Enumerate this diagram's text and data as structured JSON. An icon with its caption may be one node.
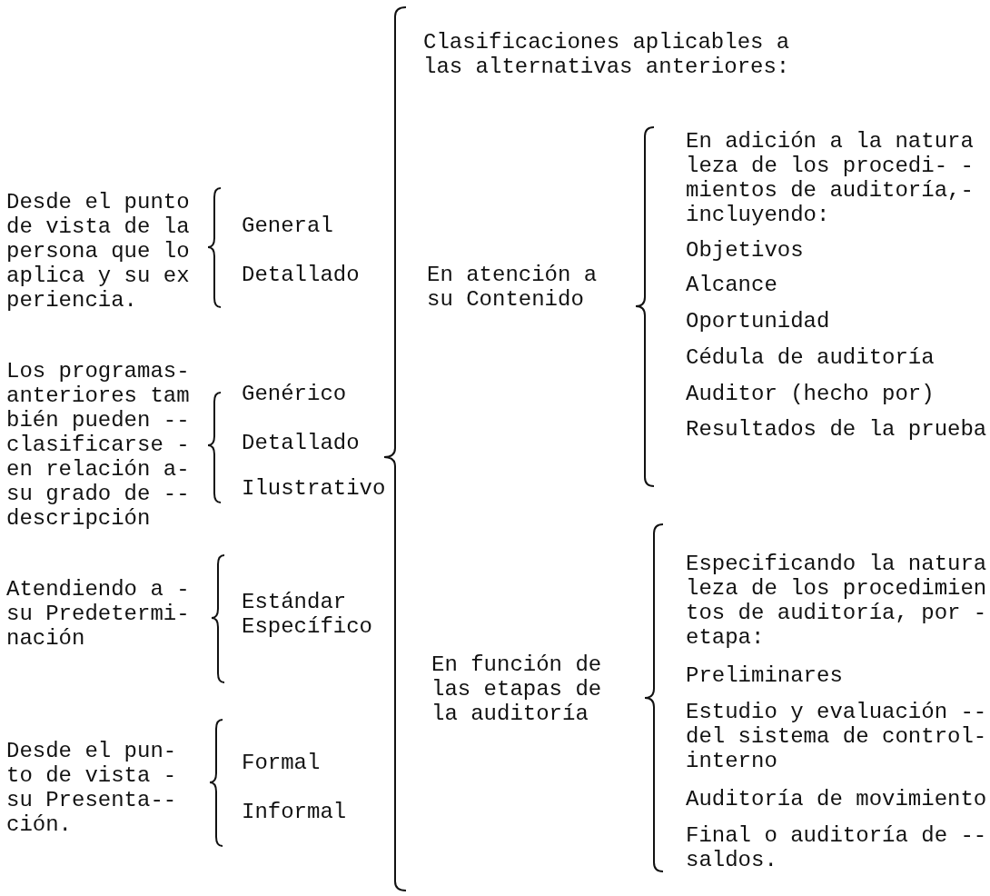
{
  "diagram": {
    "labels": [
      "Clasificaciones aplicables a las alternativas anteriores:",
      "En adición a la natura leza de los procedi- - mientos de auditoría,- incluyendo:",
      "Desde el punto de vista de la persona que lo aplica y su ex periencia.",
      "General",
      "Objetivos",
      "Detallado",
      "En atención a su Contenido",
      "Alcance",
      "Oportunidad",
      "Cédula de auditoría",
      "Los programas- anteriores tam bién pueden -- clasificarse - en relación a- su grado de -- descripción",
      "Genérico",
      "Auditor (hecho por)",
      "Detallado",
      "Resultados de la prueba",
      "Ilustrativo",
      "Especificando la natura leza de los procedimien tos de auditoría, por - etapa:",
      "Atendiendo a - su Predetermi- nación",
      "Estándar",
      "Específico",
      "En función de las etapas de la auditoría",
      "Preliminares",
      "Estudio y evaluación -- del sistema de control- interno",
      "Desde el pun- to de vista - su Presenta-- ción.",
      "Formal",
      "Auditoría de movimiento",
      "Informal",
      "Final o auditoría de -- saldos."
    ]
  }
}
